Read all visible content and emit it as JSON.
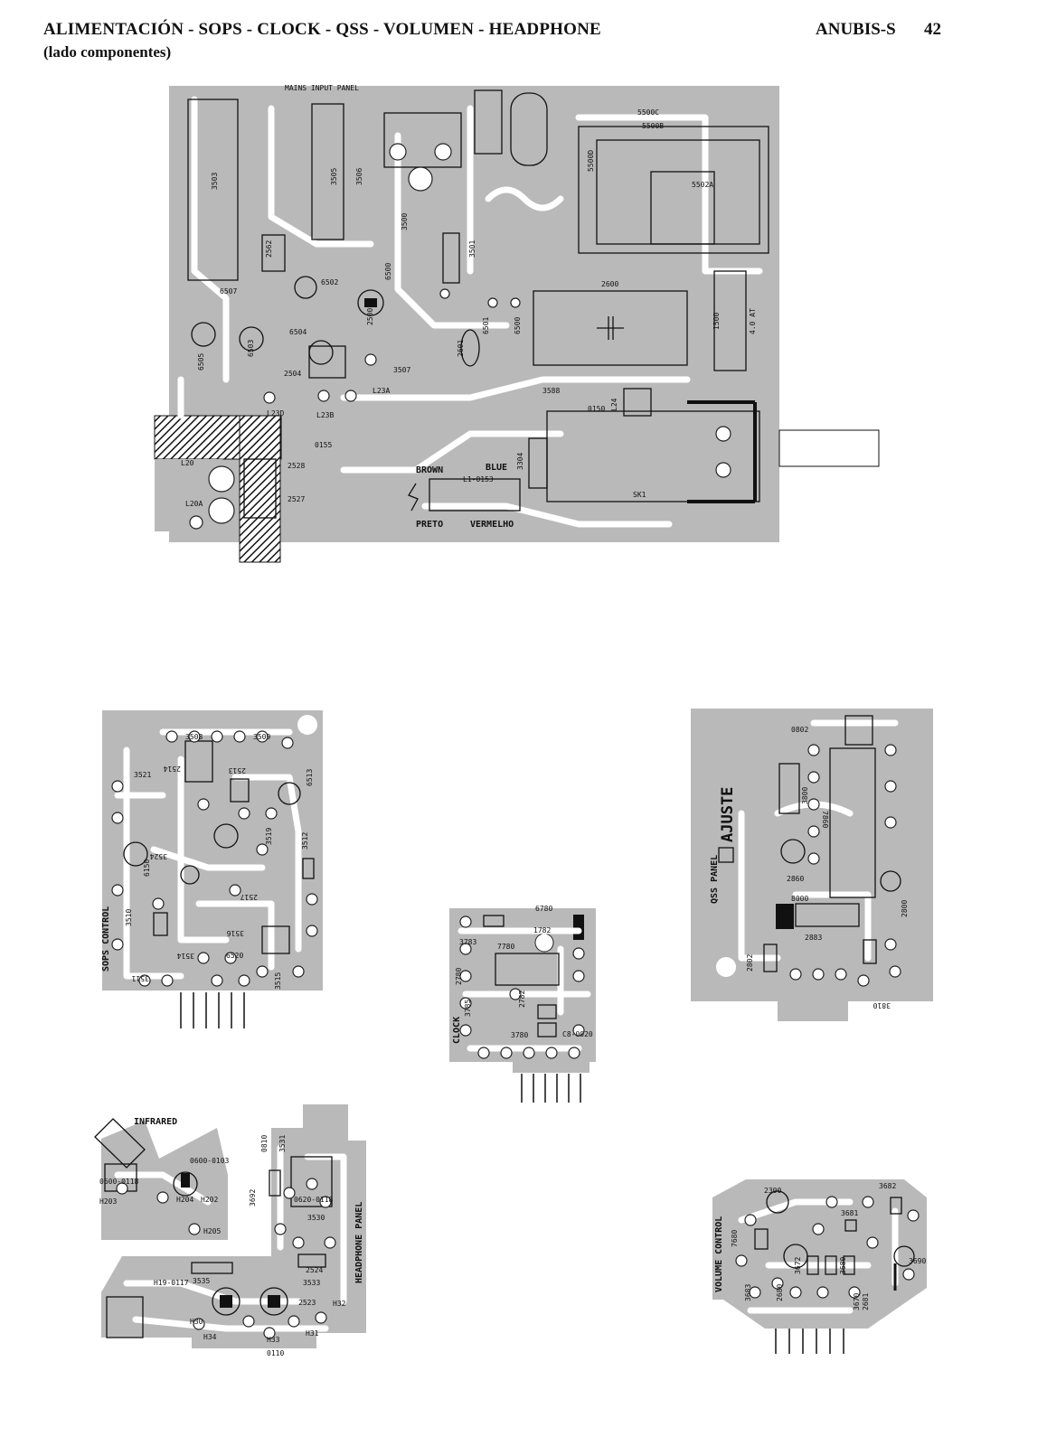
{
  "header": {
    "title": "ALIMENTACIÓN - SOPS - CLOCK - QSS - VOLUMEN - HEADPHONE",
    "subtitle": "(lado componentes)",
    "model": "ANUBIS-S",
    "page": "42"
  },
  "mains_panel": {
    "title": "MAINS INPUT PANEL",
    "refs": [
      "3503",
      "3505",
      "3506",
      "3500",
      "3501",
      "2562",
      "6500",
      "2500",
      "6502",
      "6507",
      "6505",
      "6503",
      "6504",
      "2504",
      "3507",
      "L23A",
      "L23B",
      "L23D",
      "2601",
      "6501",
      "6500",
      "2600",
      "5500C",
      "5500B",
      "5500D",
      "5502A",
      "1500",
      "4.0 AT",
      "3588",
      "0150",
      "L24",
      "0155",
      "2528",
      "2527",
      "L20",
      "L20A",
      "3304",
      "SK1"
    ],
    "wire_labels": [
      "BROWN",
      "BLUE",
      "L1-0153",
      "PRETO",
      "VERMELHO"
    ]
  },
  "sops_panel": {
    "title": "SOPS CONTROL",
    "refs": [
      "3508",
      "3509",
      "2514",
      "2513",
      "3521",
      "6513",
      "3512",
      "3524",
      "3510",
      "3519",
      "2517",
      "3516",
      "3514",
      "3515",
      "3511",
      "6520",
      "6150"
    ]
  },
  "clock_panel": {
    "title": "CLOCK",
    "refs": [
      "6780",
      "1782",
      "3783",
      "7780",
      "2780",
      "2782",
      "3785",
      "3780",
      "C8-0020"
    ]
  },
  "qss_panel": {
    "title": "QSS PANEL",
    "ajuste": "AJUSTE",
    "refs": [
      "0802",
      "3800",
      "7860",
      "2860",
      "2800",
      "2802",
      "2883",
      "3810",
      "8000"
    ]
  },
  "headphone_panel": {
    "title": "HEADPHONE PANEL",
    "infrared": "INFRARED",
    "refs": [
      "0600-0103",
      "H203",
      "H204",
      "H202",
      "H205",
      "0600-0118",
      "3692",
      "0810",
      "3531",
      "0620-0118",
      "3530",
      "3533",
      "2524",
      "2523",
      "3535",
      "H32",
      "H31",
      "H33",
      "H34",
      "H30",
      "H19-0117",
      "0110"
    ]
  },
  "volume_panel": {
    "title": "VOLUME CONTROL",
    "refs": [
      "2300",
      "3682",
      "3681",
      "7680",
      "3683",
      "2680",
      "3672",
      "3680",
      "3670",
      "2681",
      "3690"
    ]
  }
}
